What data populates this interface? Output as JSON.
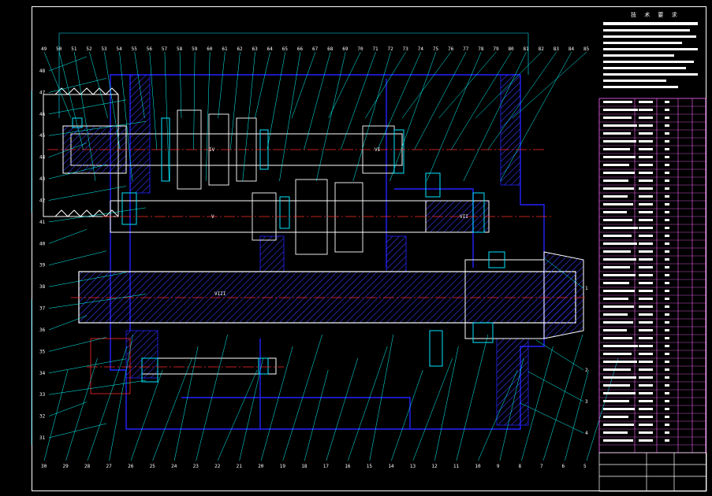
{
  "drawing": {
    "notes_title": "技 术 要 求",
    "shaft_labels": [
      "IV",
      "V",
      "VI",
      "VII",
      "VIII"
    ],
    "top_callouts": [
      "49",
      "50",
      "51",
      "52",
      "53",
      "54",
      "55",
      "56",
      "57",
      "58",
      "59",
      "60",
      "61",
      "62",
      "63",
      "64",
      "65",
      "66",
      "67",
      "68",
      "69",
      "70",
      "71",
      "72",
      "73",
      "74",
      "75",
      "76",
      "77",
      "78",
      "79",
      "80",
      "81",
      "82",
      "83",
      "84",
      "85"
    ],
    "left_callouts": [
      "48",
      "47",
      "46",
      "45",
      "44",
      "43",
      "42",
      "41",
      "40",
      "39",
      "38",
      "37",
      "36",
      "35",
      "34",
      "33",
      "32",
      "31"
    ],
    "bottom_callouts": [
      "30",
      "29",
      "28",
      "27",
      "26",
      "25",
      "24",
      "23",
      "22",
      "21",
      "20",
      "19",
      "18",
      "17",
      "16",
      "15",
      "14",
      "13",
      "12",
      "11",
      "10",
      "9",
      "8",
      "7",
      "6",
      "5"
    ],
    "right_callouts": [
      "1",
      "2",
      "3",
      "4"
    ]
  },
  "colors": {
    "background": "#000000",
    "outline": "#ffffff",
    "housing": "#2222ff",
    "hatch": "#3a3aff",
    "detail": "#00e5ff",
    "centerline": "#ff2a2a",
    "gear": "#ffffff",
    "table": "#ff66ff",
    "leader": "#00ffff"
  }
}
